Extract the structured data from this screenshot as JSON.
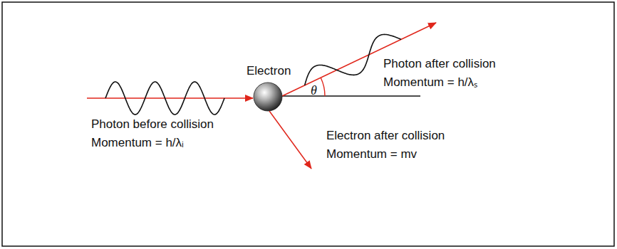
{
  "diagram": {
    "labels": [
      "Electron",
      "θ",
      "Photon after collision",
      "Momentum = h/λₛ",
      "Photon before collision",
      "Momentum = h/λᵢ",
      "Electron after collision",
      "Momentum = mv"
    ]
  }
}
